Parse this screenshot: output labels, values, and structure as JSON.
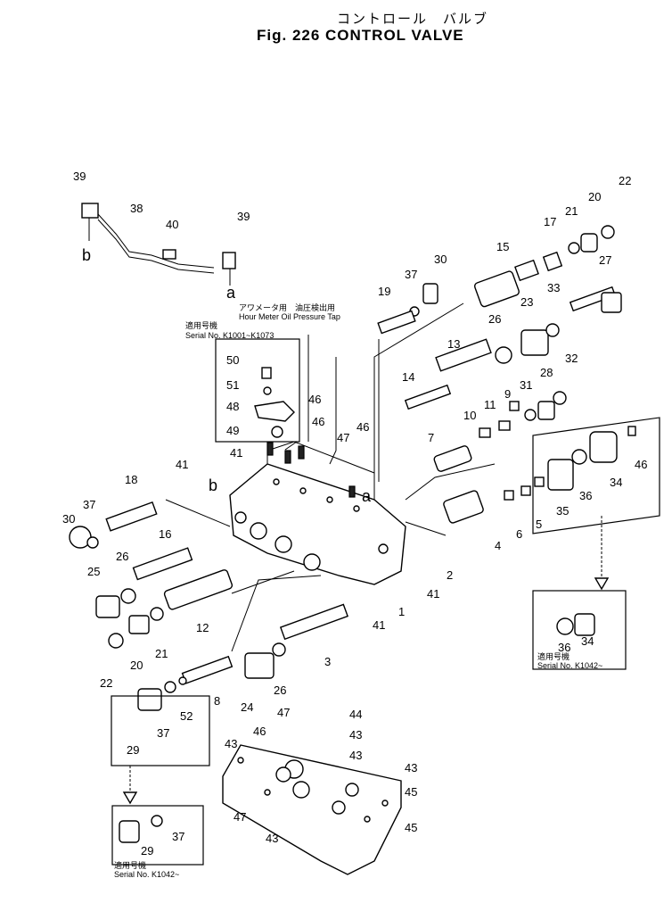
{
  "title": {
    "japanese": "コントロール　バルブ",
    "english": "Fig. 226   CONTROL VALVE"
  },
  "labels": {
    "hour_meter_jp": "アワメータ用　油圧検出用",
    "hour_meter_en": "Hour Meter Oil Pressure Tap",
    "serial_jp": "適用号機",
    "serial_a": "Serial No. K1001~K1073",
    "serial_b": "Serial No. K1042~",
    "serial_c": "Serial No. K1042~"
  },
  "callouts": [
    {
      "id": "c39a",
      "text": "39"
    },
    {
      "id": "c39b",
      "text": "39"
    },
    {
      "id": "c38",
      "text": "38"
    },
    {
      "id": "c40",
      "text": "40"
    },
    {
      "id": "cb1",
      "text": "b"
    },
    {
      "id": "ca1",
      "text": "a"
    },
    {
      "id": "c19",
      "text": "19"
    },
    {
      "id": "c37a",
      "text": "37"
    },
    {
      "id": "c30a",
      "text": "30"
    },
    {
      "id": "c15",
      "text": "15"
    },
    {
      "id": "c17",
      "text": "17"
    },
    {
      "id": "c21a",
      "text": "21"
    },
    {
      "id": "c20a",
      "text": "20"
    },
    {
      "id": "c22a",
      "text": "22"
    },
    {
      "id": "c27",
      "text": "27"
    },
    {
      "id": "c33",
      "text": "33"
    },
    {
      "id": "c23",
      "text": "23"
    },
    {
      "id": "c26a",
      "text": "26"
    },
    {
      "id": "c13",
      "text": "13"
    },
    {
      "id": "c14",
      "text": "14"
    },
    {
      "id": "c28",
      "text": "28"
    },
    {
      "id": "c32",
      "text": "32"
    },
    {
      "id": "c31",
      "text": "31"
    },
    {
      "id": "c9",
      "text": "9"
    },
    {
      "id": "c11",
      "text": "11"
    },
    {
      "id": "c10",
      "text": "10"
    },
    {
      "id": "c50",
      "text": "50"
    },
    {
      "id": "c51",
      "text": "51"
    },
    {
      "id": "c48",
      "text": "48"
    },
    {
      "id": "c49",
      "text": "49"
    },
    {
      "id": "c46a",
      "text": "46"
    },
    {
      "id": "c46b",
      "text": "46"
    },
    {
      "id": "c46c",
      "text": "46"
    },
    {
      "id": "c47a",
      "text": "47"
    },
    {
      "id": "c41a",
      "text": "41"
    },
    {
      "id": "c41b",
      "text": "41"
    },
    {
      "id": "c7",
      "text": "7"
    },
    {
      "id": "c46d",
      "text": "46"
    },
    {
      "id": "c34a",
      "text": "34"
    },
    {
      "id": "c36a",
      "text": "36"
    },
    {
      "id": "c35",
      "text": "35"
    },
    {
      "id": "c5",
      "text": "5"
    },
    {
      "id": "c6",
      "text": "6"
    },
    {
      "id": "c4",
      "text": "4"
    },
    {
      "id": "c2",
      "text": "2"
    },
    {
      "id": "c41c",
      "text": "41"
    },
    {
      "id": "c1",
      "text": "1"
    },
    {
      "id": "c41d",
      "text": "41"
    },
    {
      "id": "cb2",
      "text": "b"
    },
    {
      "id": "ca2",
      "text": "a"
    },
    {
      "id": "c18",
      "text": "18"
    },
    {
      "id": "c37b",
      "text": "37"
    },
    {
      "id": "c30b",
      "text": "30"
    },
    {
      "id": "c16",
      "text": "16"
    },
    {
      "id": "c26b",
      "text": "26"
    },
    {
      "id": "c25",
      "text": "25"
    },
    {
      "id": "c12",
      "text": "12"
    },
    {
      "id": "c21b",
      "text": "21"
    },
    {
      "id": "c20b",
      "text": "20"
    },
    {
      "id": "c22b",
      "text": "22"
    },
    {
      "id": "c3",
      "text": "3"
    },
    {
      "id": "c8",
      "text": "8"
    },
    {
      "id": "c24",
      "text": "24"
    },
    {
      "id": "c26c",
      "text": "26"
    },
    {
      "id": "c52",
      "text": "52"
    },
    {
      "id": "c37c",
      "text": "37"
    },
    {
      "id": "c29a",
      "text": "29"
    },
    {
      "id": "c36b",
      "text": "36"
    },
    {
      "id": "c34b",
      "text": "34"
    },
    {
      "id": "c44",
      "text": "44"
    },
    {
      "id": "c47b",
      "text": "47"
    },
    {
      "id": "c43a",
      "text": "43"
    },
    {
      "id": "c46e",
      "text": "46"
    },
    {
      "id": "c43b",
      "text": "43"
    },
    {
      "id": "c43c",
      "text": "43"
    },
    {
      "id": "c43d",
      "text": "43"
    },
    {
      "id": "c45a",
      "text": "45"
    },
    {
      "id": "c47c",
      "text": "47"
    },
    {
      "id": "c43e",
      "text": "43"
    },
    {
      "id": "c45b",
      "text": "45"
    },
    {
      "id": "c29b",
      "text": "29"
    },
    {
      "id": "c37d",
      "text": "37"
    }
  ]
}
